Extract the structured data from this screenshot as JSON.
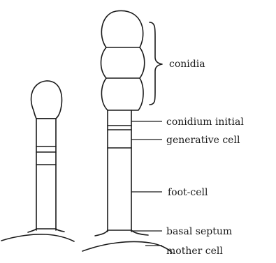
{
  "labels": {
    "conidia": "conidia",
    "conidium_initial": "conidium initial",
    "generative_cell": "generative cell",
    "foot_cell": "foot-cell",
    "basal_septum": "basal septum",
    "mother_cell": "mother cell"
  }
}
